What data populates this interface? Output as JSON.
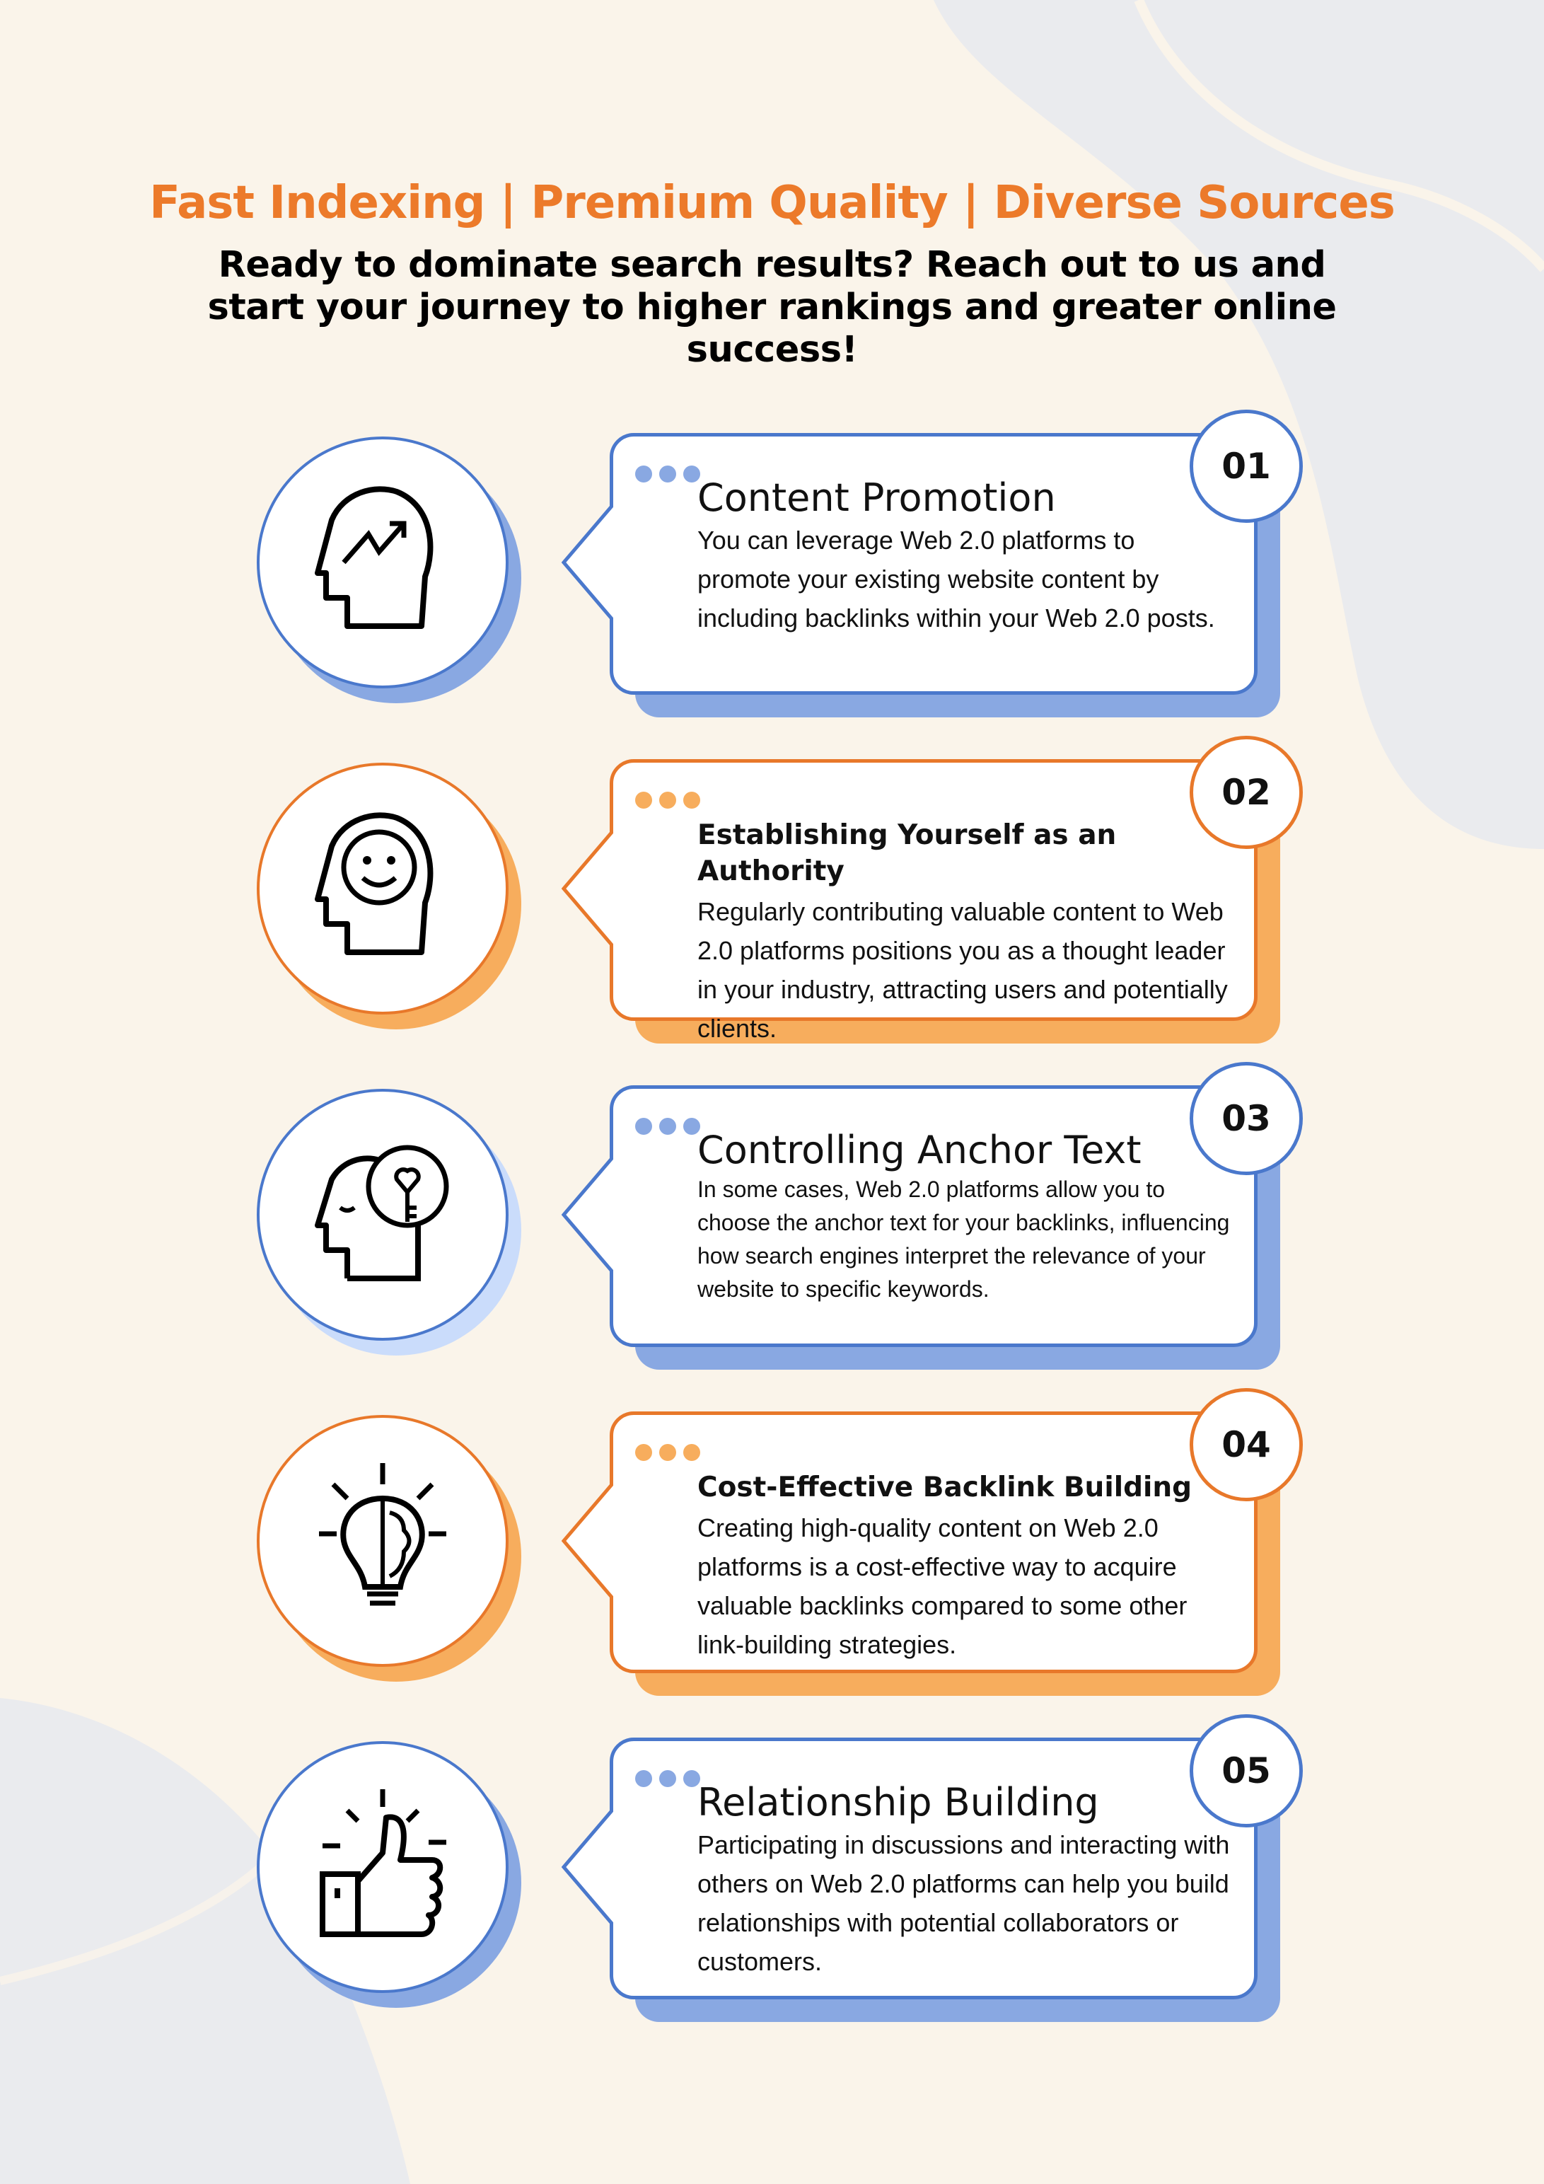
{
  "header": {
    "tagline": "Fast Indexing | Premium Quality | Diverse Sources",
    "subtitle": "Ready to dominate search results? Reach out to us and start your journey to higher rankings and greater online success!"
  },
  "colors": {
    "blue": "#4a78cc",
    "blue_shadow": "#89a8e2",
    "orange": "#e8782a",
    "orange_shadow": "#f7ad5d",
    "light_blue_shadow": "#cadcfb",
    "background": "#faf4ea"
  },
  "items": [
    {
      "number": "01",
      "title": "Content Promotion",
      "text": "You can leverage Web 2.0 platforms to promote your existing website content by including backlinks within your Web 2.0 posts.",
      "icon": "head-growth-icon",
      "theme": "blue"
    },
    {
      "number": "02",
      "title": "Establishing Yourself as an Authority",
      "text": "Regularly contributing valuable content to Web 2.0 platforms positions you as a thought leader in your industry, attracting users and potentially clients.",
      "icon": "head-smile-icon",
      "theme": "orange"
    },
    {
      "number": "03",
      "title": "Controlling Anchor Text",
      "text": "In some cases, Web 2.0 platforms allow you to choose the anchor text for your backlinks, influencing how search engines interpret the relevance of your website to specific keywords.",
      "icon": "head-key-icon",
      "theme": "blue"
    },
    {
      "number": "04",
      "title": "Cost-Effective Backlink Building",
      "text": "Creating high-quality content on Web 2.0 platforms is a cost-effective way to acquire valuable backlinks compared to some other link-building strategies.",
      "icon": "lightbulb-brain-icon",
      "theme": "orange"
    },
    {
      "number": "05",
      "title": "Relationship Building",
      "text": "Participating in discussions and interacting with others on Web 2.0 platforms can help you build relationships with potential collaborators or customers.",
      "icon": "thumbs-up-icon",
      "theme": "blue"
    }
  ]
}
